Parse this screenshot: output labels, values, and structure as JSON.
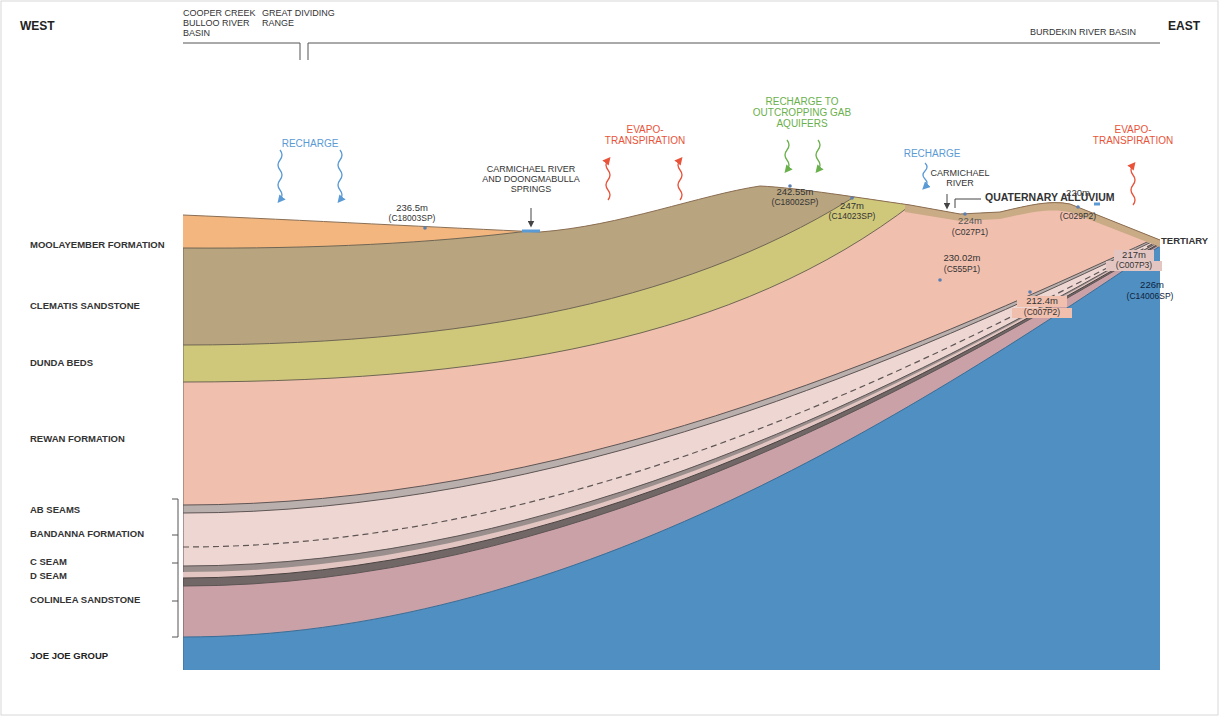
{
  "diagram": {
    "labels": [
      "WEST",
      "COOPER CREEK BULLOO RIVER BASIN",
      "GREAT DIVIDING RANGE",
      "BURDEKIN RIVER BASIN",
      "EAST",
      "RECHARGE",
      "CARMICHAEL RIVER AND DOONGMABULLA SPRINGS",
      "EVAPO-TRANSPIRATION",
      "RECHARGE TO OUTCROPPING GAB AQUIFERS",
      "RECHARGE",
      "CARMICHAEL RIVER",
      "QUATERNARY ALLUVIUM",
      "EVAPO-TRANSPIRATION",
      "TERTIARY",
      "236.5m",
      "(C18003SP)",
      "242.55m",
      "(C18002SP)",
      "247m",
      "(C14023SP)",
      "224m",
      "(C027P1)",
      "220m",
      "(C029P2)",
      "230.02m",
      "(C555P1)",
      "212.4m",
      "(C007P2)",
      "217m",
      "(C007P3)",
      "226m",
      "(C14006SP)",
      "MOOLAYEMBER FORMATION",
      "CLEMATIS SANDSTONE",
      "DUNDA BEDS",
      "REWAN FORMATION",
      "AB SEAMS",
      "BANDANNA FORMATION",
      "C SEAM",
      "D SEAM",
      "COLINLEA SANDSTONE",
      "JOE JOE GROUP"
    ]
  }
}
